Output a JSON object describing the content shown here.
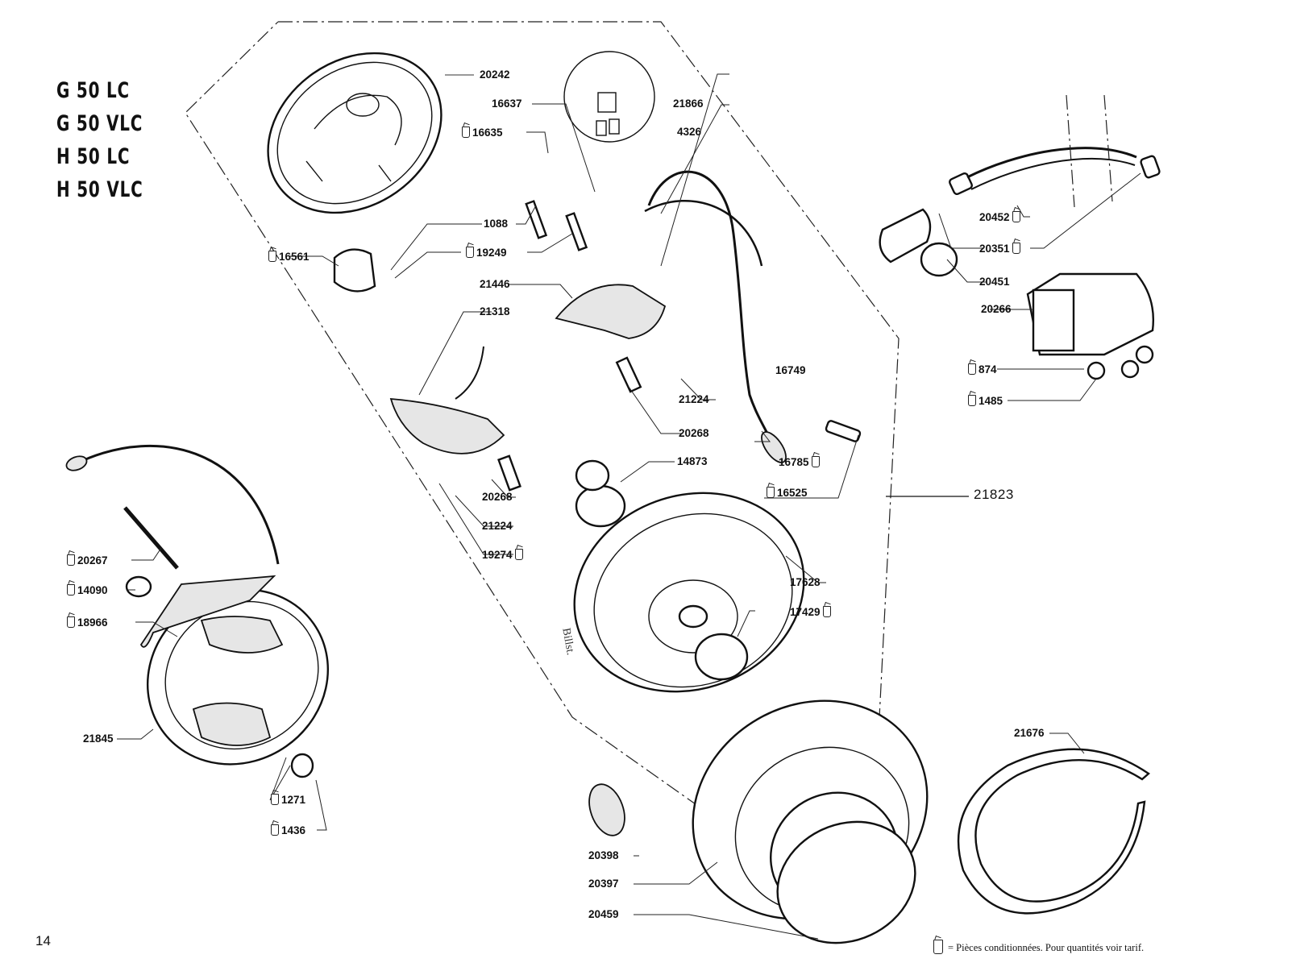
{
  "page": {
    "models": [
      "G 50 LC",
      "G 50 VLC",
      "H 50 LC",
      "H 50 VLC"
    ],
    "page_number": "14",
    "legend_text": "= Pièces conditionnées. Pour quantités voir tarif.",
    "legend_icon": "packaged-parts-bag-icon",
    "assembly_label": "21823"
  },
  "labels": [
    {
      "id": "20242",
      "packaged": false
    },
    {
      "id": "16637",
      "packaged": false
    },
    {
      "id": "16635",
      "packaged": true
    },
    {
      "id": "21866",
      "packaged": false
    },
    {
      "id": "4326",
      "packaged": false
    },
    {
      "id": "1088",
      "packaged": false
    },
    {
      "id": "19249",
      "packaged": true
    },
    {
      "id": "16561",
      "packaged": true
    },
    {
      "id": "21446",
      "packaged": false
    },
    {
      "id": "21318",
      "packaged": false
    },
    {
      "id": "21224",
      "packaged": false
    },
    {
      "id": "20268",
      "packaged": false
    },
    {
      "id": "16749",
      "packaged": false
    },
    {
      "id": "16785",
      "packaged": true
    },
    {
      "id": "16525",
      "packaged": true
    },
    {
      "id": "14873",
      "packaged": false
    },
    {
      "id": "20268",
      "packaged": false
    },
    {
      "id": "21224",
      "packaged": false
    },
    {
      "id": "19274",
      "packaged": true
    },
    {
      "id": "17628",
      "packaged": false
    },
    {
      "id": "17429",
      "packaged": true
    },
    {
      "id": "20452",
      "packaged": true
    },
    {
      "id": "20351",
      "packaged": true
    },
    {
      "id": "20451",
      "packaged": false
    },
    {
      "id": "20266",
      "packaged": false
    },
    {
      "id": "874",
      "packaged": true
    },
    {
      "id": "1485",
      "packaged": true
    },
    {
      "id": "20267",
      "packaged": true
    },
    {
      "id": "14090",
      "packaged": true
    },
    {
      "id": "18966",
      "packaged": true
    },
    {
      "id": "21845",
      "packaged": false
    },
    {
      "id": "1271",
      "packaged": true
    },
    {
      "id": "1436",
      "packaged": true
    },
    {
      "id": "20398",
      "packaged": false
    },
    {
      "id": "20397",
      "packaged": false
    },
    {
      "id": "20459",
      "packaged": false
    },
    {
      "id": "21676",
      "packaged": false
    }
  ],
  "annotations": {
    "handwritten_note": "Billst."
  }
}
